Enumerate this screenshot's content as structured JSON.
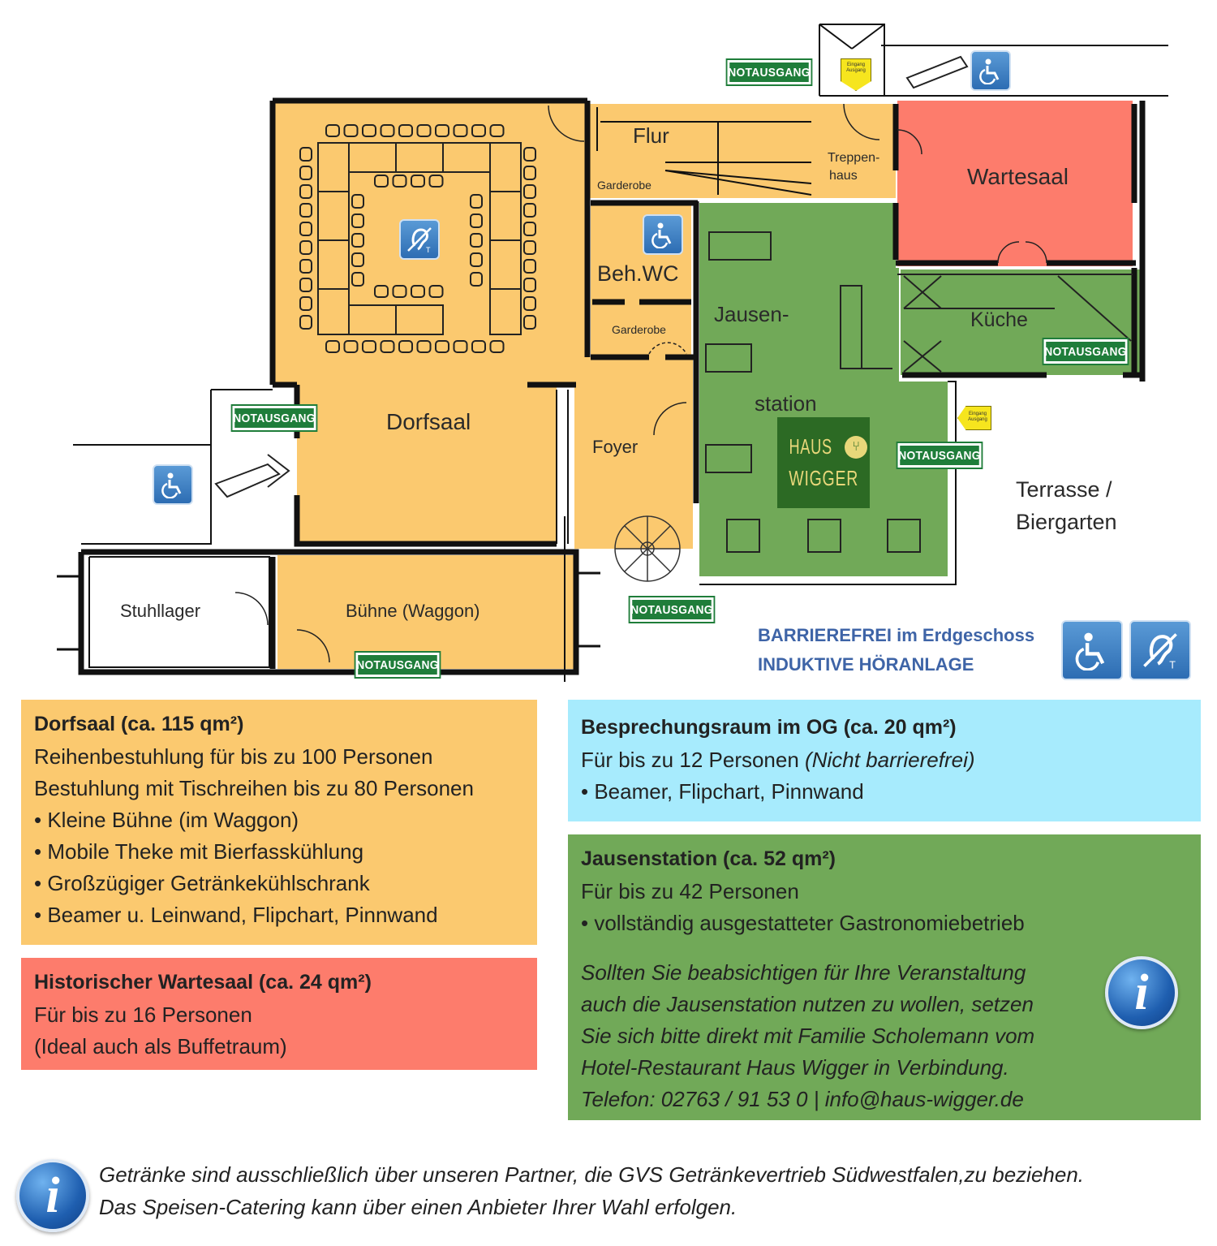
{
  "colors": {
    "dorfsaal": "#fbc96f",
    "wartesaal": "#fd7c6c",
    "jausen": "#71a958",
    "og": "#a7ebfd",
    "notausgang": "#1f7d3a",
    "accessible": "#2d6db3",
    "infoText": "#3e64a7"
  },
  "icons": [
    "wheelchair-icon",
    "hearing-loop-icon",
    "info-icon",
    "emergency-exit-sign",
    "entrance-arrow-icon",
    "spiral-staircase-icon"
  ],
  "plan": {
    "rooms": {
      "dorfsaal": "Dorfsaal",
      "flur": "Flur",
      "garderobe_top": "Garderobe",
      "treppenhaus_1": "Treppen-",
      "treppenhaus_2": "haus",
      "wartesaal": "Wartesaal",
      "behwc": "Beh.WC",
      "garderobe_mid": "Garderobe",
      "jausen_1": "Jausen-",
      "jausen_2": "station",
      "kueche": "Küche",
      "foyer": "Foyer",
      "stuhllager": "Stuhllager",
      "buehne": "Bühne (Waggon)",
      "terrasse_1": "Terrasse /",
      "terrasse_2": "Biergarten"
    },
    "entrance": {
      "line1": "Eingang",
      "line2": "Ausgang"
    },
    "notausgang": "NOTAUSGANG",
    "logo": {
      "line1": "HAUS",
      "line2": "WIGGER"
    },
    "t_label": "T"
  },
  "access": {
    "line1": "BARRIEREFREI im Erdgeschoss",
    "line2": "INDUKTIVE HÖRANLAGE"
  },
  "info": {
    "dorfsaal": {
      "title": "Dorfsaal (ca. 115 qm²)",
      "lines": [
        "Reihenbestuhlung für bis zu 100 Personen",
        "Bestuhlung mit Tischreihen bis zu 80 Personen",
        "• Kleine Bühne (im Waggon)",
        "• Mobile Theke mit Bierfasskühlung",
        "• Großzügiger Getränkekühlschrank",
        "• Beamer u. Leinwand, Flipchart, Pinnwand"
      ]
    },
    "wartesaal": {
      "title": "Historischer Wartesaal (ca. 24 qm²)",
      "lines": [
        "Für bis zu 16 Personen",
        "(Ideal auch als Buffetraum)"
      ]
    },
    "og": {
      "title": "Besprechungsraum im OG (ca. 20 qm²)",
      "line1_a": "Für bis zu 12 Personen ",
      "line1_b": "(Nicht barrierefrei)",
      "line2": "• Beamer, Flipchart, Pinnwand"
    },
    "jausen": {
      "title": "Jausenstation (ca. 52 qm²)",
      "lines": [
        "Für bis zu 42 Personen",
        "• vollständig ausgestatteter Gastronomiebetrieb"
      ],
      "italic": [
        "Sollten Sie beabsichtigen für Ihre Veranstaltung",
        "auch die Jausenstation nutzen zu wollen, setzen",
        "Sie sich bitte direkt mit Familie Scholemann vom",
        "Hotel-Restaurant Haus Wigger in Verbindung.",
        "Telefon: 02763 / 91 53 0 | info@haus-wigger.de"
      ]
    },
    "info_glyph": "i"
  },
  "footer": {
    "line1": "Getränke sind ausschließlich über unseren Partner, die GVS Getränkevertrieb Südwestfalen,zu beziehen.",
    "line2": "Das Speisen-Catering kann über einen Anbieter Ihrer Wahl erfolgen."
  }
}
